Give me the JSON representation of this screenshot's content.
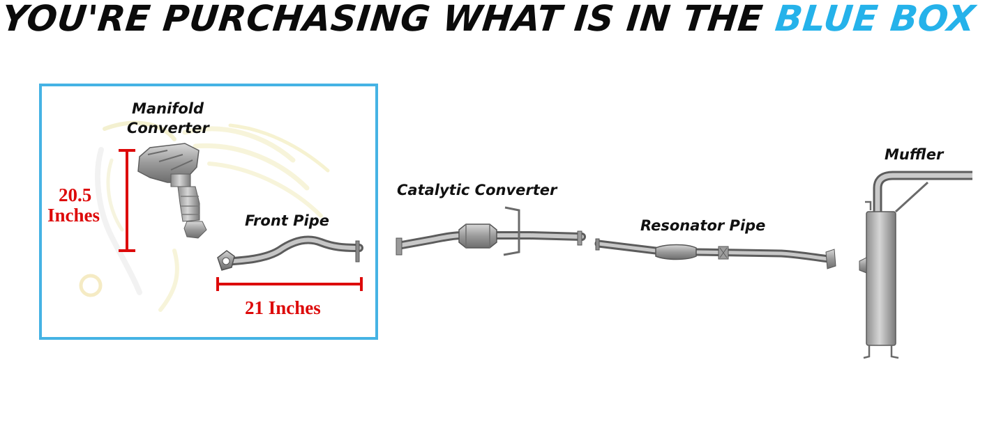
{
  "headline": {
    "main": "YOU'RE PURCHASING WHAT IS IN THE",
    "accent": "BLUE BOX"
  },
  "colors": {
    "accent": "#25b2ea",
    "box_border": "#45b3e4",
    "dimension_red": "#dd0a0a"
  },
  "labels": {
    "manifold_line1": "Manifold",
    "manifold_line2": "Converter",
    "front_pipe": "Front Pipe",
    "catalytic_converter": "Catalytic Converter",
    "resonator_pipe": "Resonator Pipe",
    "muffler": "Muffler"
  },
  "dimensions": {
    "height_value": "20.5",
    "height_unit": "Inches",
    "width_text": "21 Inches"
  }
}
